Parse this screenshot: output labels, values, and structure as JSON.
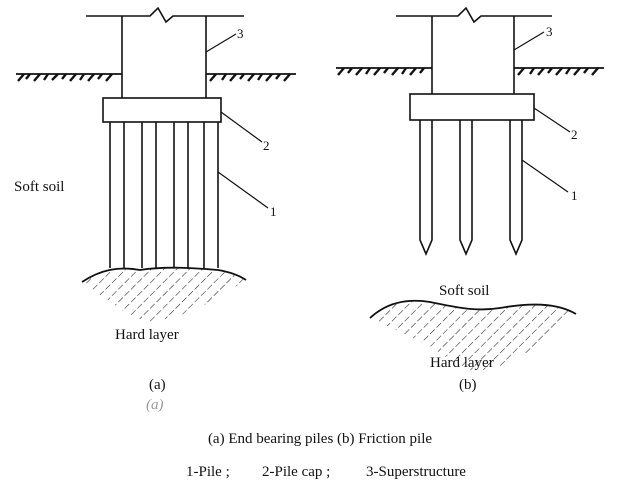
{
  "diagram_a": {
    "soft_soil_label": "Soft soil",
    "hard_layer_label": "Hard layer",
    "sub_label": "(a)",
    "sub_label_ghost": "(a)",
    "callouts": {
      "pile": "1",
      "pile_cap": "2",
      "superstructure": "3"
    }
  },
  "diagram_b": {
    "soft_soil_label": "Soft soil",
    "hard_layer_label": "Hard layer",
    "sub_label": "(b)",
    "callouts": {
      "pile": "1",
      "pile_cap": "2",
      "superstructure": "3"
    }
  },
  "caption": {
    "line1": "(a) End bearing piles  (b) Friction pile",
    "line2_items": [
      "1-Pile ;",
      "2-Pile cap ;",
      "3-Superstructure"
    ]
  },
  "colors": {
    "ink": "#111111",
    "background": "#ffffff"
  }
}
